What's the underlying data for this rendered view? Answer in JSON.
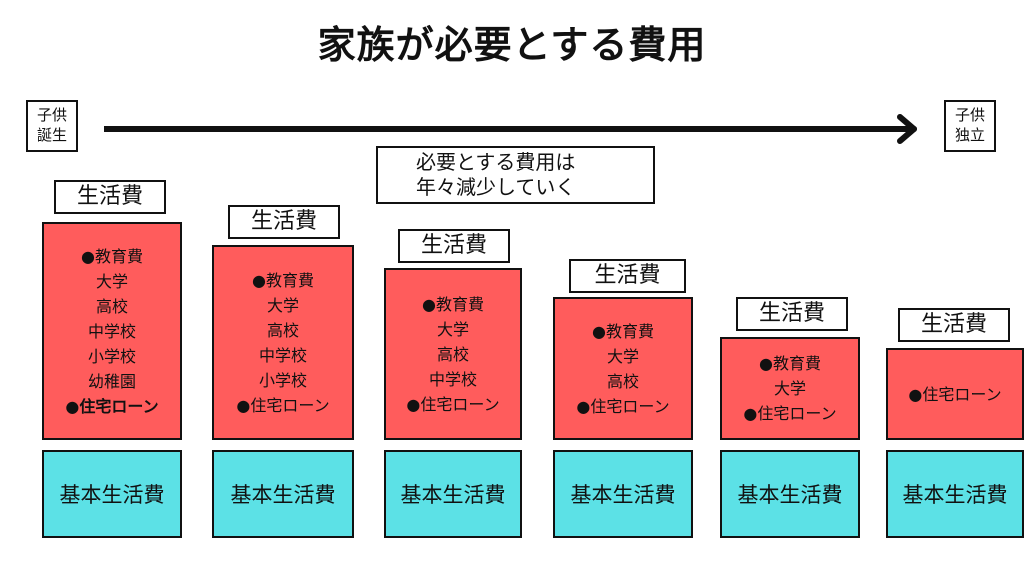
{
  "title": "家族が必要とする費用",
  "start_label": [
    "子供",
    "誕生"
  ],
  "end_label": [
    "子供",
    "独立"
  ],
  "note": [
    "必要とする費用は",
    "年々減少していく"
  ],
  "stages": [
    {
      "header": "生活費",
      "items": [
        "●教育費",
        "大学",
        "高校",
        "中学校",
        "小学校",
        "幼稚園",
        "●住宅ローン"
      ],
      "base": "基本生活費"
    },
    {
      "header": "生活費",
      "items": [
        "●教育費",
        "大学",
        "高校",
        "中学校",
        "小学校",
        "●住宅ローン"
      ],
      "base": "基本生活費"
    },
    {
      "header": "生活費",
      "items": [
        "●教育費",
        "大学",
        "高校",
        "中学校",
        "●住宅ローン"
      ],
      "base": "基本生活費"
    },
    {
      "header": "生活費",
      "items": [
        "●教育費",
        "大学",
        "高校",
        "●住宅ローン"
      ],
      "base": "基本生活費"
    },
    {
      "header": "生活費",
      "items": [
        "●教育費",
        "大学",
        "●住宅ローン"
      ],
      "base": "基本生活費"
    },
    {
      "header": "生活費",
      "items": [
        "●住宅ローン"
      ],
      "base": "基本生活費"
    }
  ],
  "colors": {
    "expense": "#ff5c5c",
    "base": "#5ce1e6"
  }
}
